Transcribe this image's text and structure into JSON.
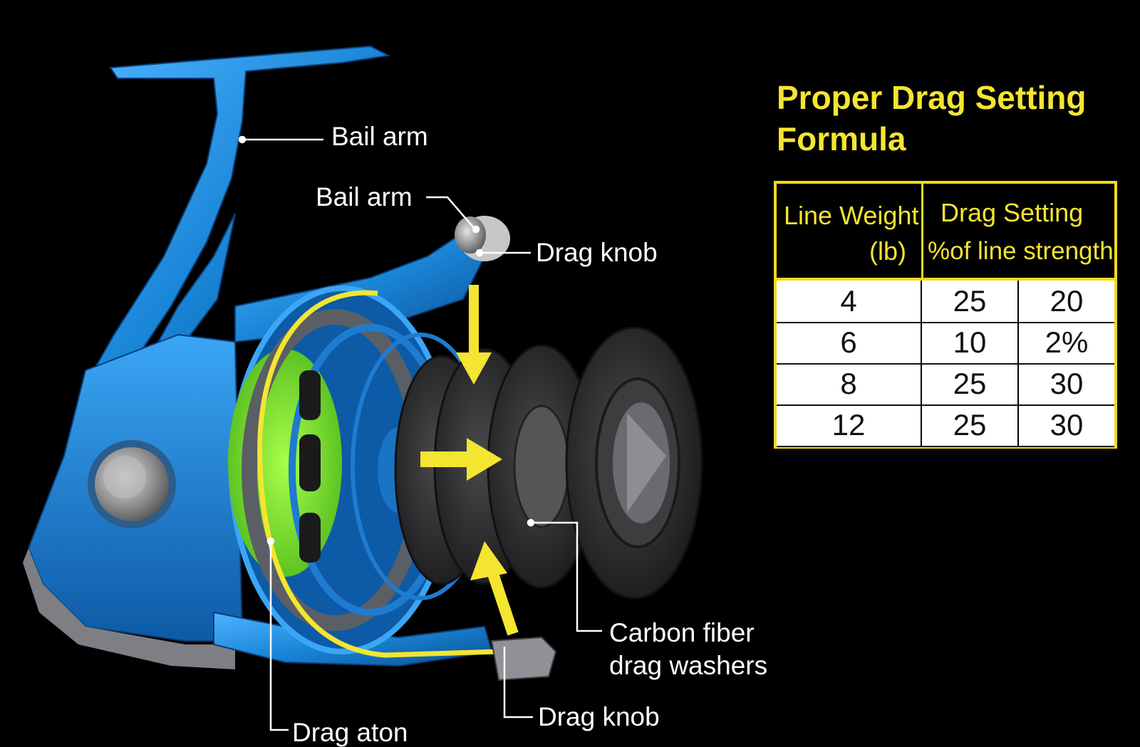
{
  "callouts": {
    "bail_arm_top": "Bail arm",
    "bail_arm_mid": "Bail arm",
    "drag_knob_top": "Drag knob",
    "carbon_washers_line1": "Carbon fiber",
    "carbon_washers_line2": "drag washers",
    "drag_knob_bottom": "Drag knob",
    "drag_aton": "Drag aton"
  },
  "panel": {
    "title_line1": "Proper Drag Setting",
    "title_line2": "Formula",
    "header_col1_line1": "Line Weight",
    "header_col1_line2": "(lb)",
    "header_col2_line1": "Drag Setting",
    "header_col2_line2": "%of line strength",
    "rows": [
      {
        "weight": "4",
        "a": "25",
        "b": "20"
      },
      {
        "weight": "6",
        "a": "10",
        "b": "2%"
      },
      {
        "weight": "8",
        "a": "25",
        "b": "30"
      },
      {
        "weight": "12",
        "a": "25",
        "b": "30"
      }
    ]
  },
  "colors": {
    "background": "#000000",
    "reel_body": "#1e8fe0",
    "line": "#7be22a",
    "accent_yellow": "#f4e531",
    "washer": "#2e2e30"
  }
}
